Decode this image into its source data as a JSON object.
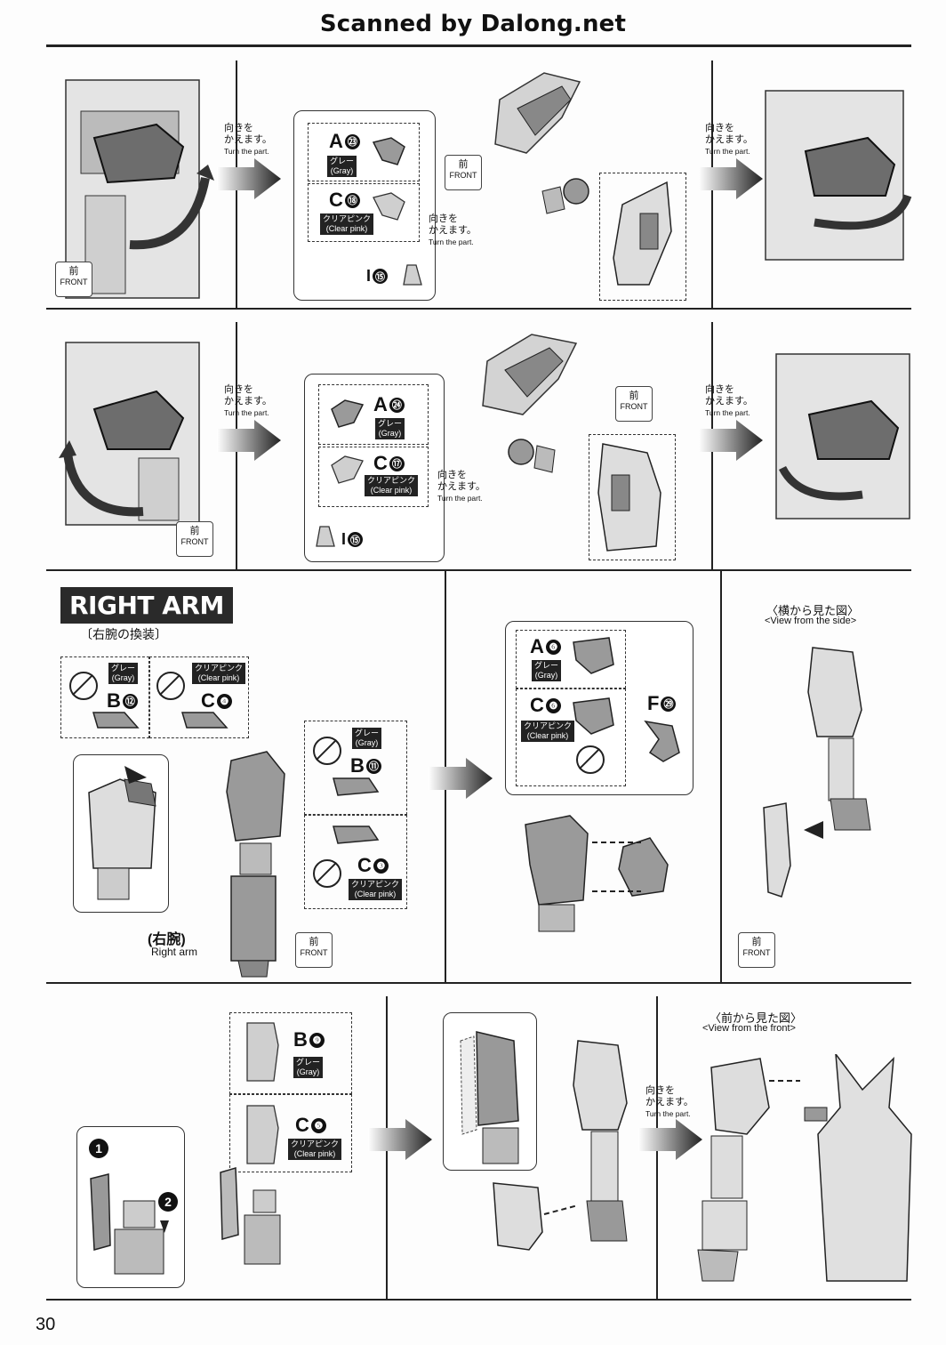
{
  "header": {
    "scanner_credit": "Scanned by Dalong.net"
  },
  "page_number": "30",
  "common": {
    "turn_jp_1": "向きを",
    "turn_jp_2": "かえます。",
    "turn_en": "Turn the part.",
    "front_jp": "前",
    "front_en": "FRONT"
  },
  "step1": {
    "partA": {
      "letter": "A",
      "num": "㉓",
      "color_jp": "グレー",
      "color_en": "(Gray)"
    },
    "partC": {
      "letter": "C",
      "num": "⑱",
      "color_jp": "クリアピンク",
      "color_en": "(Clear pink)"
    },
    "partI": {
      "letter": "I",
      "num": "⑮"
    }
  },
  "step2": {
    "partA": {
      "letter": "A",
      "num": "㉔",
      "color_jp": "グレー",
      "color_en": "(Gray)"
    },
    "partC": {
      "letter": "C",
      "num": "⑰",
      "color_jp": "クリアピンク",
      "color_en": "(Clear pink)"
    },
    "partI": {
      "letter": "I",
      "num": "⑮"
    }
  },
  "right_arm": {
    "title": "RIGHT ARM",
    "subtitle": "〔右腕の換装〕",
    "arm_label_jp": "(右腕)",
    "arm_label_en": "Right arm",
    "partB12": {
      "letter": "B",
      "num": "⑫",
      "color_jp": "グレー",
      "color_en": "(Gray)"
    },
    "partC4": {
      "letter": "C",
      "num": "❹",
      "color_jp": "クリアピンク",
      "color_en": "(Clear pink)"
    },
    "partB11": {
      "letter": "B",
      "num": "⑪",
      "color_jp": "グレー",
      "color_en": "(Gray)"
    },
    "partC3": {
      "letter": "C",
      "num": "❸",
      "color_jp": "クリアピンク",
      "color_en": "(Clear pink)"
    },
    "partA6": {
      "letter": "A",
      "num": "❻",
      "color_jp": "グレー",
      "color_en": "(Gray)"
    },
    "partC6": {
      "letter": "C",
      "num": "❻",
      "color_jp": "クリアピンク",
      "color_en": "(Clear pink)"
    },
    "partF29": {
      "letter": "F",
      "num": "㉙"
    },
    "side_view_jp": "〈横から見た図〉",
    "side_view_en": "<View from the side>"
  },
  "step4": {
    "partB9": {
      "letter": "B",
      "num": "❾",
      "color_jp": "グレー",
      "color_en": "(Gray)"
    },
    "partC5": {
      "letter": "C",
      "num": "❺",
      "color_jp": "クリアピンク",
      "color_en": "(Clear pink)"
    },
    "step_1": "1",
    "step_2": "2",
    "front_view_jp": "〈前から見た図〉",
    "front_view_en": "<View from the front>"
  }
}
